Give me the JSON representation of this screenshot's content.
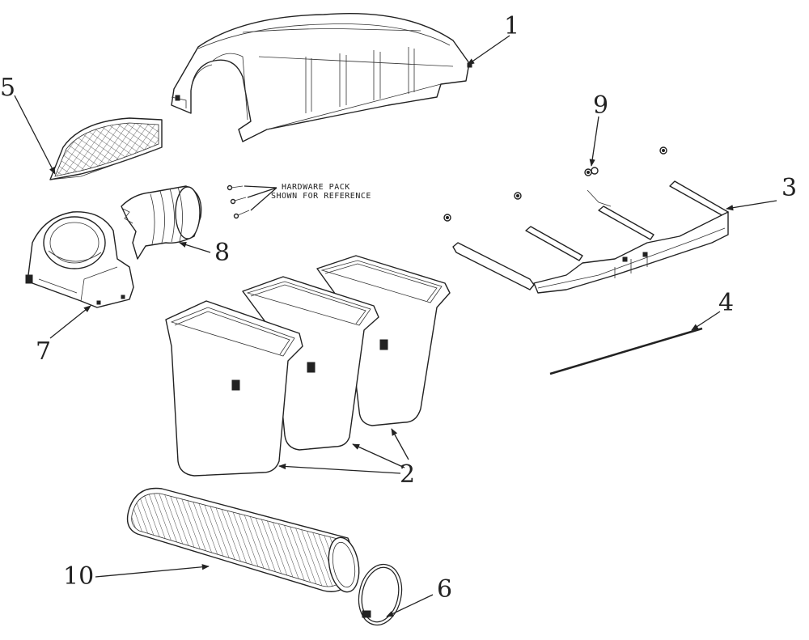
{
  "diagram": {
    "note": {
      "line1": "HARDWARE PACK",
      "line2": "SHOWN FOR REFERENCE"
    },
    "callouts": {
      "c1": "1",
      "c2": "2",
      "c3": "3",
      "c4": "4",
      "c5": "5",
      "c6": "6",
      "c7": "7",
      "c8": "8",
      "c9": "9",
      "c10": "10"
    }
  }
}
